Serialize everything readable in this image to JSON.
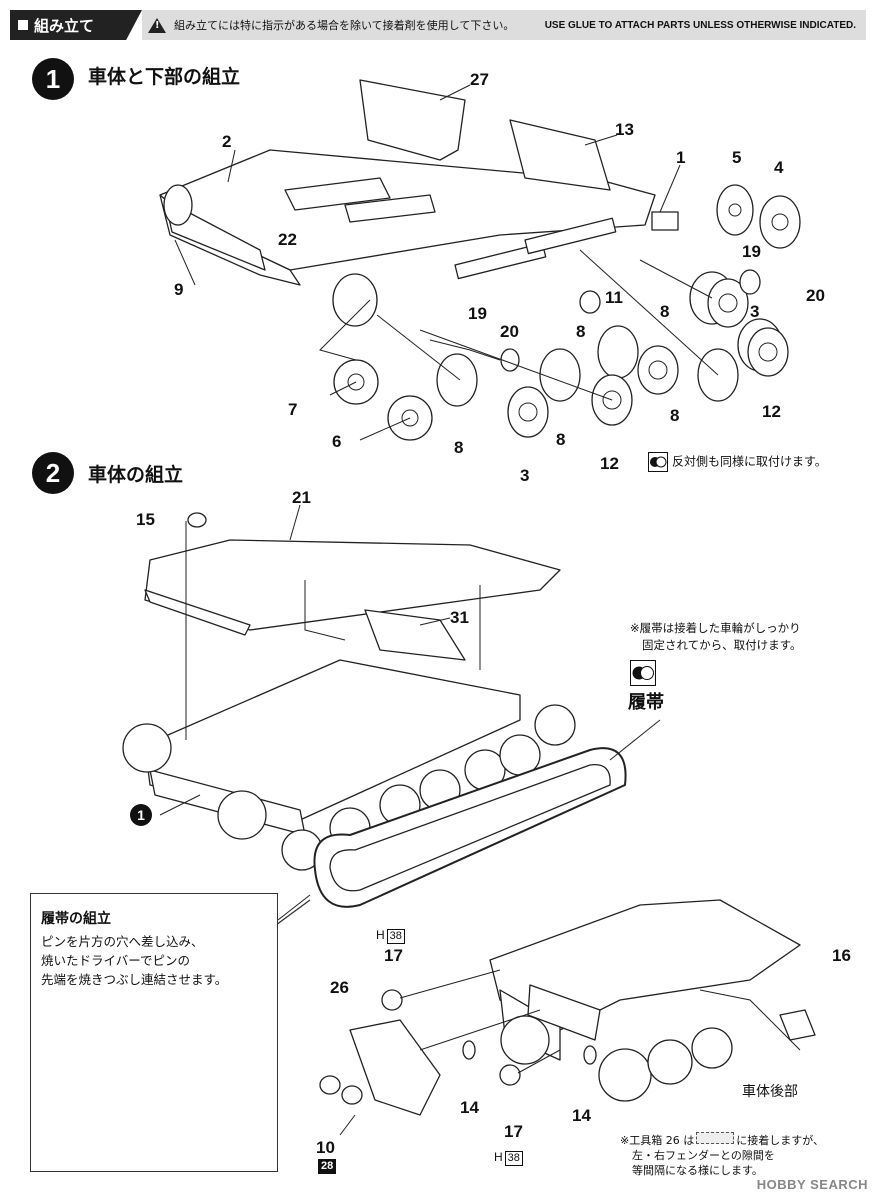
{
  "header": {
    "title": "組み立て",
    "warning_jp": "組み立てには特に指示がある場合を除いて接着剤を使用して下さい。",
    "warning_en": "USE GLUE TO ATTACH PARTS UNLESS OTHERWISE INDICATED."
  },
  "step1": {
    "number": "1",
    "title": "車体と下部の組立",
    "parts": [
      "27",
      "13",
      "2",
      "1",
      "5",
      "4",
      "22",
      "19",
      "9",
      "11",
      "20",
      "8",
      "3",
      "19",
      "20",
      "8",
      "12",
      "7",
      "6",
      "8",
      "8",
      "3",
      "12",
      "8"
    ],
    "note": "反対側も同様に取付けます。"
  },
  "step2": {
    "number": "2",
    "title": "車体の組立",
    "parts": [
      "21",
      "15",
      "31"
    ],
    "ref": "1",
    "track_note_line1": "※履帯は接着した車輪がしっかり",
    "track_note_line2": "固定されてから、取付けます。",
    "track_label": "履帯"
  },
  "callout": {
    "title": "履帯の組立",
    "body": "ピンを片方の穴へ差し込み、\n焼いたドライバーでピンの\n先端を焼きつぶし連結させます。"
  },
  "step3": {
    "parts_upper": [
      "H",
      "38",
      "17"
    ],
    "part26": "26",
    "part16": "16",
    "part14a": "14",
    "part14b": "14",
    "part17b": "17",
    "h38b_h": "H",
    "h38b_n": "38",
    "part10": "10",
    "part10_box": "28",
    "rear_label": "車体後部",
    "footnote_line1": "※工具箱 26 は",
    "footnote_line1b": "に接着しますが、",
    "footnote_line2": "左・右フェンダーとの隙間を",
    "footnote_line3": "等間隔になる様にします。"
  },
  "watermark": "HOBBY SEARCH"
}
